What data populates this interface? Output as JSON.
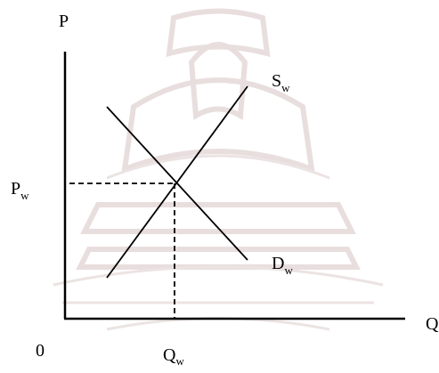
{
  "axes": {
    "y_label": "P",
    "x_label": "Q",
    "origin_label": "0"
  },
  "curves": {
    "supply": {
      "letter": "S",
      "subscript": "w"
    },
    "demand": {
      "letter": "D",
      "subscript": "w"
    }
  },
  "equilibrium": {
    "price": {
      "letter": "P",
      "subscript": "w"
    },
    "quantity": {
      "letter": "Q",
      "subscript": "w"
    }
  },
  "colors": {
    "ink": "#000000",
    "watermark": "#e9dede"
  }
}
